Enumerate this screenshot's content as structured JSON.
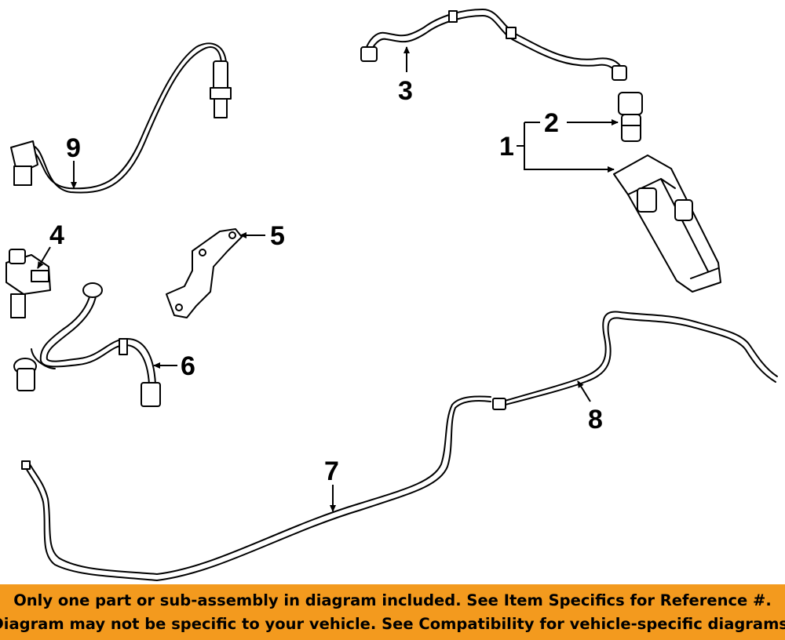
{
  "callouts": {
    "c1": "1",
    "c2": "2",
    "c3": "3",
    "c4": "4",
    "c5": "5",
    "c6": "6",
    "c7": "7",
    "c8": "8",
    "c9": "9"
  },
  "banner": {
    "line1": "Only one part or sub-assembly in diagram included. See Item Specifics for Reference #.",
    "line2": "Diagram may not be specific to your vehicle. See Compatibility for vehicle-specific diagrams.",
    "color": "#F39A1E"
  }
}
